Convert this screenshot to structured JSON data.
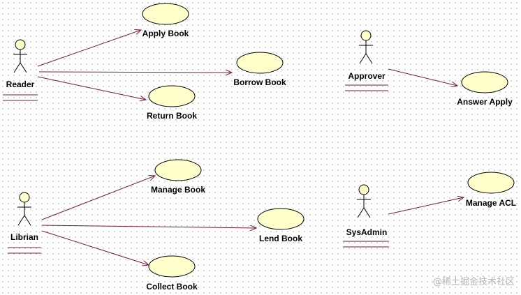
{
  "actors": [
    {
      "id": "reader",
      "label": "Reader"
    },
    {
      "id": "approver",
      "label": "Approver"
    },
    {
      "id": "librian",
      "label": "Librian"
    },
    {
      "id": "sysadmin",
      "label": "SysAdmin"
    }
  ],
  "use_cases": [
    {
      "id": "apply-book",
      "label": "Apply Book"
    },
    {
      "id": "borrow-book",
      "label": "Borrow Book"
    },
    {
      "id": "return-book",
      "label": "Return Book"
    },
    {
      "id": "answer-apply",
      "label": "Answer Apply"
    },
    {
      "id": "manage-book",
      "label": "Manage Book"
    },
    {
      "id": "lend-book",
      "label": "Lend Book"
    },
    {
      "id": "collect-book",
      "label": "Collect Book"
    },
    {
      "id": "manage-acl",
      "label": "Manage ACL"
    }
  ],
  "associations": [
    {
      "from": "reader",
      "to": "apply-book"
    },
    {
      "from": "reader",
      "to": "borrow-book"
    },
    {
      "from": "reader",
      "to": "return-book"
    },
    {
      "from": "approver",
      "to": "answer-apply"
    },
    {
      "from": "librian",
      "to": "manage-book"
    },
    {
      "from": "librian",
      "to": "lend-book"
    },
    {
      "from": "librian",
      "to": "collect-book"
    },
    {
      "from": "sysadmin",
      "to": "manage-acl"
    }
  ],
  "watermark": "@稀土掘金技术社区",
  "colors": {
    "fill": "#ffffcc",
    "stroke": "#000000",
    "association": "#7a1840",
    "watermark": "#b4b4b4"
  }
}
